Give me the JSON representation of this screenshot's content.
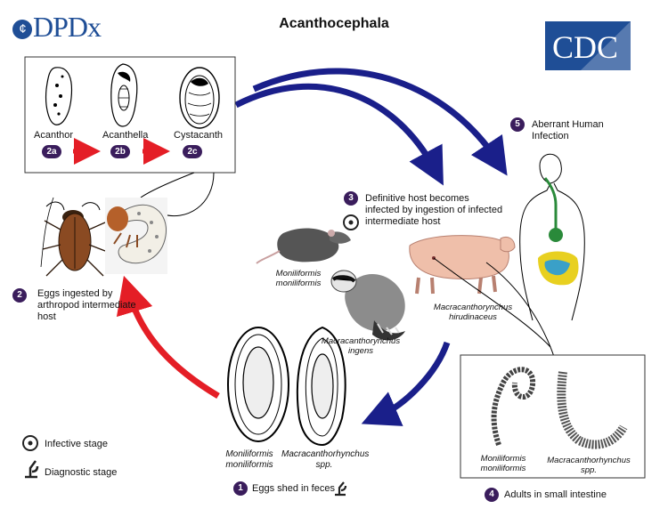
{
  "title": "Acanthocephala",
  "logos": {
    "dpdx": "DPDx",
    "dpdx_mark": "¢",
    "cdc": "CDC"
  },
  "stage2_box": {
    "acanthor": "Acanthor",
    "acanthella": "Acanthella",
    "cystacanth": "Cystacanth",
    "badges": [
      "2a",
      "2b",
      "2c"
    ]
  },
  "steps": {
    "s1": {
      "num": "1",
      "text": "Eggs shed in feces"
    },
    "s2": {
      "num": "2",
      "text": "Eggs ingested by arthropod intermediate host"
    },
    "s3": {
      "num": "3",
      "text": "Definitive host becomes infected by ingestion of infected intermediate host"
    },
    "s4": {
      "num": "4",
      "text": "Adults in small intestine"
    },
    "s5": {
      "num": "5",
      "text": "Aberrant Human Infection"
    }
  },
  "species": {
    "rat": "Moniliformis moniliformis",
    "raccoon": "Macracanthorynchus ingens",
    "pig": "Macracanthorynchus hirudinaceus",
    "egg_left": "Moniliformis moniliformis",
    "egg_right": "Macracanthorhynchus spp.",
    "adult_left": "Moniliformis moniliformis",
    "adult_right": "Macracanthorhynchus spp."
  },
  "legend": {
    "infective": "Infective stage",
    "diagnostic": "Diagnostic stage"
  },
  "colors": {
    "dark_blue": "#1a1f8a",
    "red": "#e41e26",
    "badge": "#3a1d5c",
    "cdc_blue": "#1f4e96"
  }
}
